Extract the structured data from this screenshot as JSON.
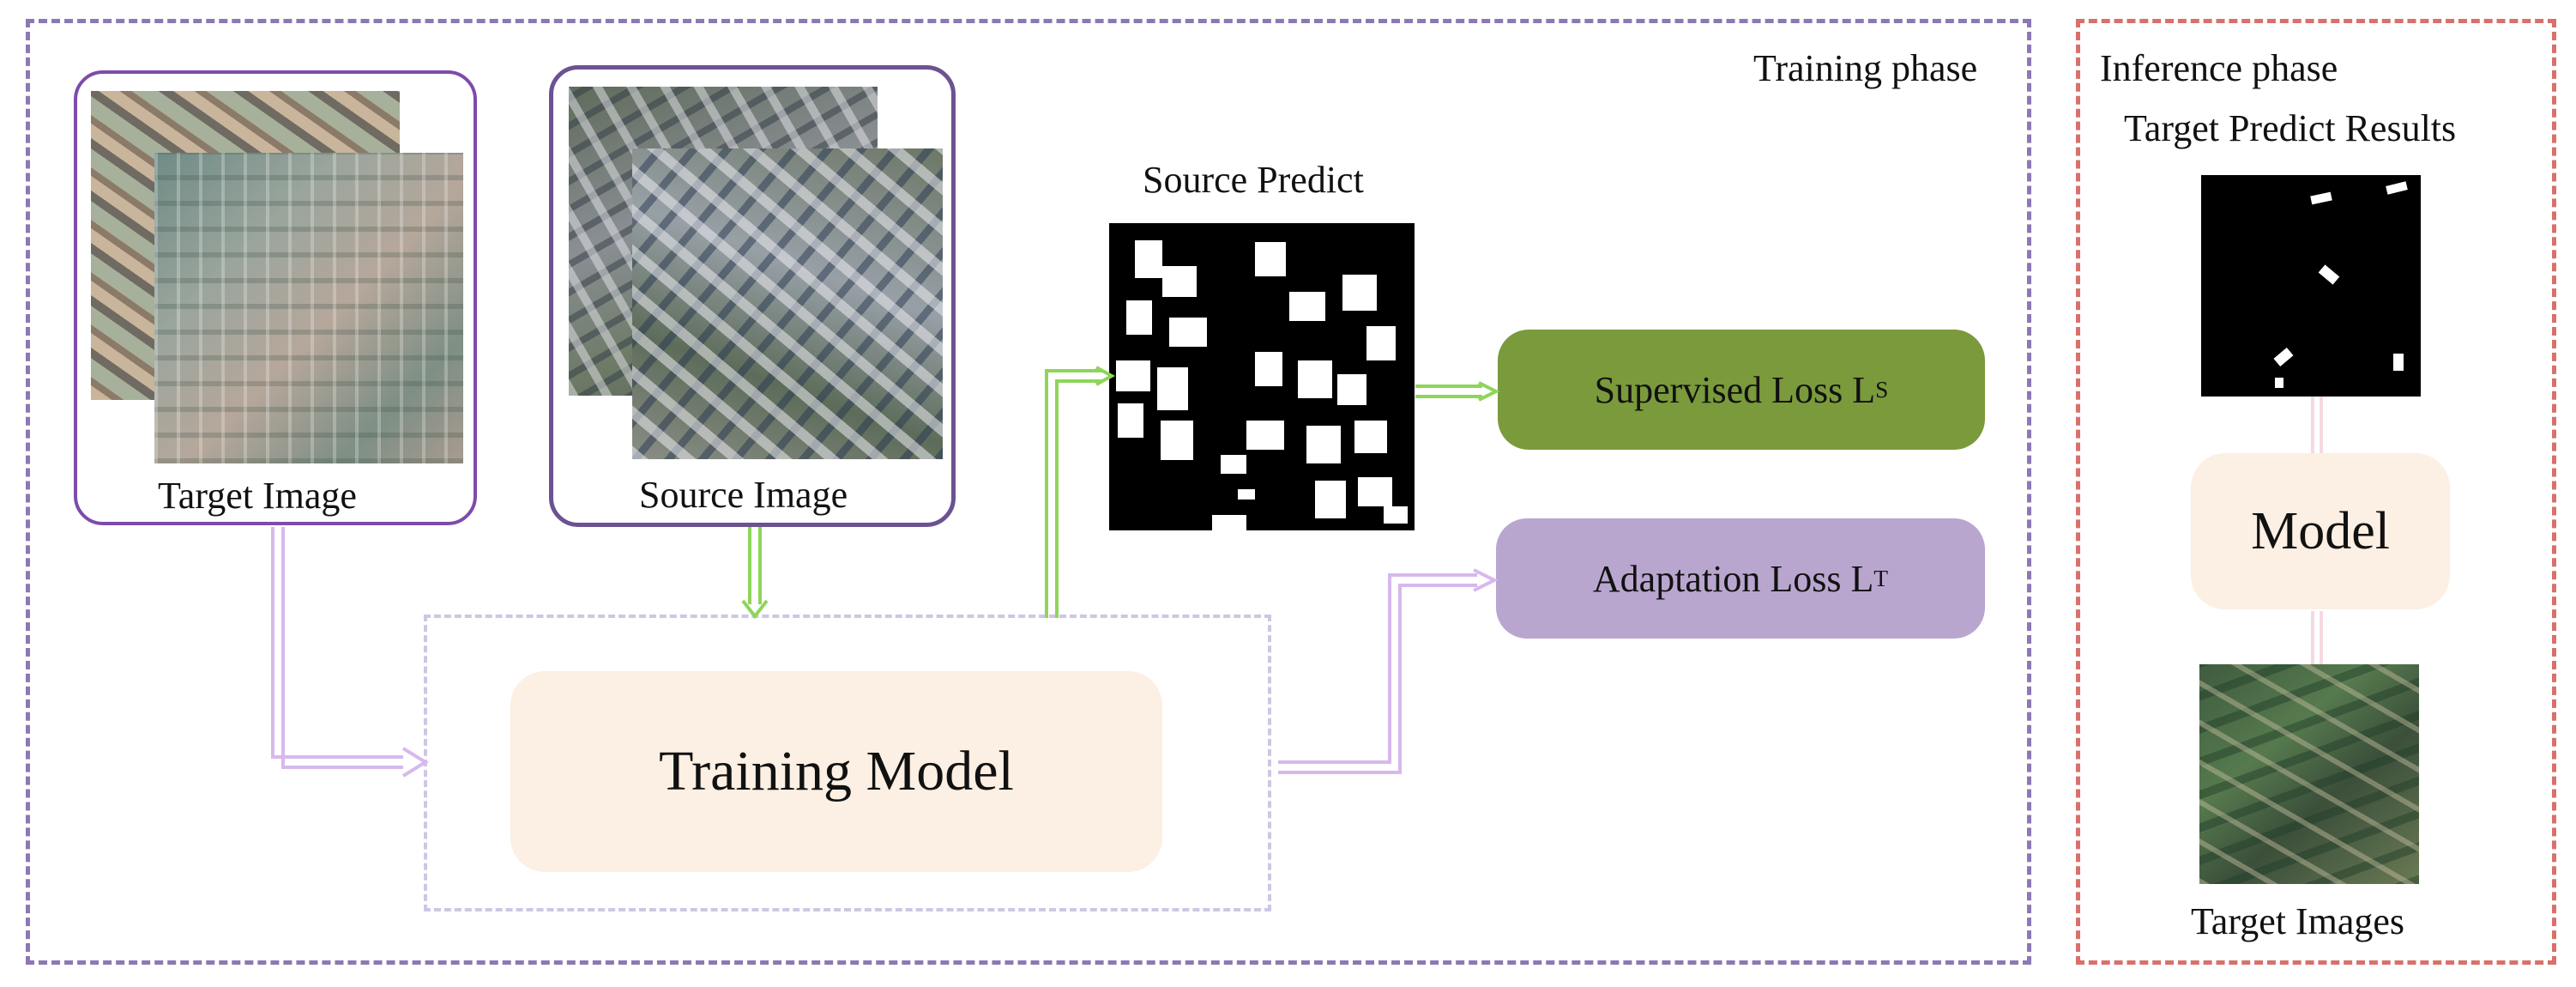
{
  "training_phase": {
    "title": "Training phase",
    "target_image_label": "Target Image",
    "source_image_label": "Source Image",
    "source_predict_label": "Source Predict",
    "training_model_label": "Training Model",
    "supervised_loss": {
      "text": "Supervised Loss L",
      "sup": "S"
    },
    "adaptation_loss": {
      "text": "Adaptation Loss L",
      "sup": "T"
    }
  },
  "inference_phase": {
    "title": "Inference phase",
    "results_label": "Target Predict Results",
    "model_label": "Model",
    "images_label": "Target Images"
  },
  "colors": {
    "training_border": "#8c78b5",
    "inference_border": "#d9706a",
    "supervised_fill": "#7a9a3c",
    "adaptation_fill": "#b9a6cf",
    "model_fill": "#fcefe3",
    "target_arrow": "#d7b8ee",
    "source_arrow": "#8ed55a",
    "target_frame": "#7e4bab",
    "source_frame": "#6c5292"
  },
  "icons": [
    "satellite-image",
    "building-mask",
    "dashed-frame",
    "double-arrow"
  ]
}
